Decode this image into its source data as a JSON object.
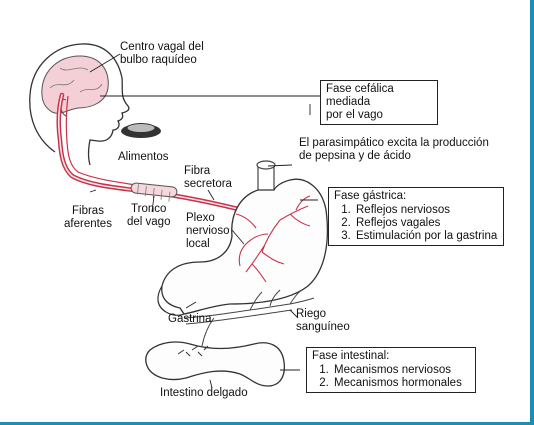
{
  "labels": {
    "centro_vagal": [
      "Centro vagal del",
      "bulbo raquídeo"
    ],
    "alimentos": "Alimentos",
    "fibra_secretora": [
      "Fibra",
      "secretora"
    ],
    "fibras_aferentes": [
      "Fibras",
      "aferentes"
    ],
    "tronco_vago": [
      "Tronco",
      "del vago"
    ],
    "plexo": [
      "Plexo",
      "nervioso",
      "local"
    ],
    "gastrina": "Gastrina",
    "riego": [
      "Riego",
      "sanguíneo"
    ],
    "intestino": "Intestino delgado"
  },
  "boxes": {
    "cefalica": [
      "Fase cefálica mediada",
      "por el vago"
    ],
    "parasimpatico": [
      "El parasimpático excita la producción",
      "de pepsina y de ácido"
    ],
    "gastrica": {
      "title": "Fase gástrica:",
      "items": [
        "Reflejos nerviosos",
        "Reflejos vagales",
        "Estimulación por la gastrina"
      ]
    },
    "intestinal": {
      "title": "Fase intestinal:",
      "items": [
        "Mecanismos nerviosos",
        "Mecanismos hormonales"
      ]
    }
  },
  "colors": {
    "nerve": "#c8324a",
    "nerve_fill": "#f6d8dc",
    "frame": "#1a8fb0"
  }
}
